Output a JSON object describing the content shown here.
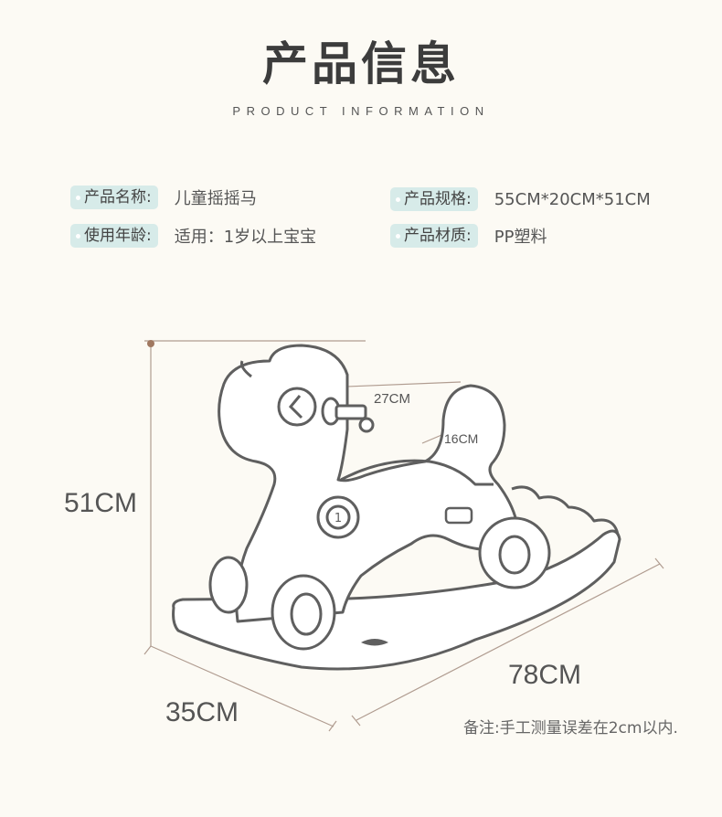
{
  "header": {
    "title": "产品信息",
    "subtitle": "PRODUCT INFORMATION"
  },
  "info": {
    "name_label": "产品名称:",
    "name_value": "儿童摇摇马",
    "spec_label": "产品规格:",
    "spec_value": "55CM*20CM*51CM",
    "age_label": "使用年龄:",
    "age_value": "适用：1岁以上宝宝",
    "material_label": "产品材质:",
    "material_value": "PP塑料"
  },
  "dimensions": {
    "height": "51CM",
    "depth": "35CM",
    "length": "78CM",
    "neck": "27CM",
    "seat": "16CM"
  },
  "note": "备注:手工测量误差在2cm以内.",
  "colors": {
    "background": "#fcfaf4",
    "pill": "#d7ebe9",
    "line": "#b09c90",
    "outline": "#5f5f5f"
  }
}
